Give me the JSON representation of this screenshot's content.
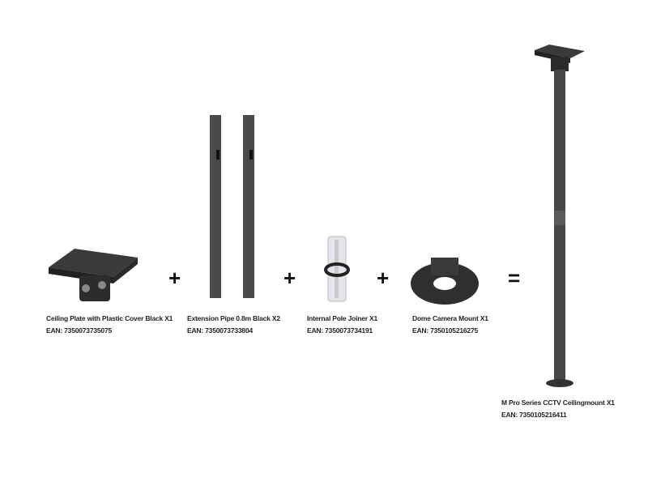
{
  "components": [
    {
      "name": "Ceiling Plate with Plastic Cover Black X1",
      "ean": "EAN: 7350073735075"
    },
    {
      "name": "Extension Pipe 0.8m Black X2",
      "ean": "EAN: 7350073733804"
    },
    {
      "name": "Internal Pole Joiner X1",
      "ean": "EAN: 7350073734191"
    },
    {
      "name": "Dome Camera Mount X1",
      "ean": "EAN: 7350105216275"
    }
  ],
  "result": {
    "name": "M Pro Series CCTV Ceilingmount X1",
    "ean": "EAN: 7350105216411"
  },
  "operators": {
    "plus": "+",
    "equals": "="
  }
}
